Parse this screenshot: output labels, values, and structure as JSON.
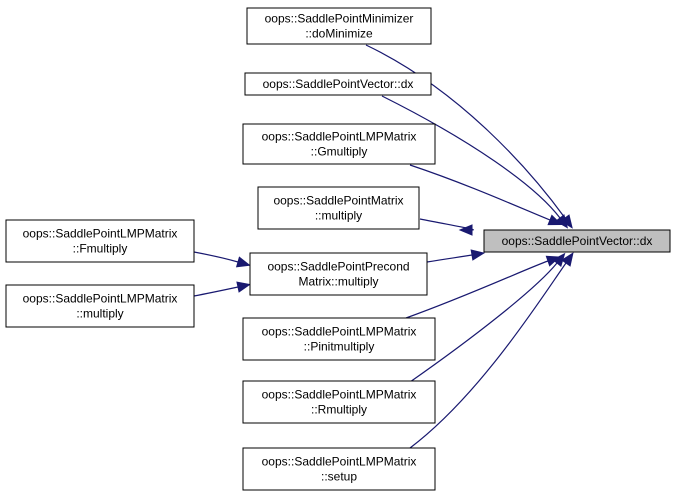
{
  "graph": {
    "nodes": [
      {
        "id": "n_target",
        "lines": [
          "oops::SaddlePointVector::dx"
        ],
        "highlighted": true
      },
      {
        "id": "n_min",
        "lines": [
          "oops::SaddlePointMinimizer",
          "::doMinimize"
        ]
      },
      {
        "id": "n_vecdx",
        "lines": [
          "oops::SaddlePointVector::dx"
        ]
      },
      {
        "id": "n_gmul",
        "lines": [
          "oops::SaddlePointLMPMatrix",
          "::Gmultiply"
        ]
      },
      {
        "id": "n_mmul",
        "lines": [
          "oops::SaddlePointMatrix",
          "::multiply"
        ]
      },
      {
        "id": "n_prec",
        "lines": [
          "oops::SaddlePointPrecond",
          "Matrix::multiply"
        ]
      },
      {
        "id": "n_pinit",
        "lines": [
          "oops::SaddlePointLMPMatrix",
          "::Pinitmultiply"
        ]
      },
      {
        "id": "n_rmul",
        "lines": [
          "oops::SaddlePointLMPMatrix",
          "::Rmultiply"
        ]
      },
      {
        "id": "n_setup",
        "lines": [
          "oops::SaddlePointLMPMatrix",
          "::setup"
        ]
      },
      {
        "id": "n_fmul",
        "lines": [
          "oops::SaddlePointLMPMatrix",
          "::Fmultiply"
        ]
      },
      {
        "id": "n_lmul",
        "lines": [
          "oops::SaddlePointLMPMatrix",
          "::multiply"
        ]
      }
    ],
    "edges": [
      {
        "from": "n_min",
        "to": "n_target"
      },
      {
        "from": "n_vecdx",
        "to": "n_target"
      },
      {
        "from": "n_gmul",
        "to": "n_target"
      },
      {
        "from": "n_mmul",
        "to": "n_target"
      },
      {
        "from": "n_prec",
        "to": "n_target"
      },
      {
        "from": "n_pinit",
        "to": "n_target"
      },
      {
        "from": "n_rmul",
        "to": "n_target"
      },
      {
        "from": "n_setup",
        "to": "n_target"
      },
      {
        "from": "n_fmul",
        "to": "n_prec"
      },
      {
        "from": "n_lmul",
        "to": "n_prec"
      }
    ],
    "colors": {
      "edge": "#191970",
      "highlight_fill": "#bfbfbf",
      "box_stroke": "#000000"
    }
  }
}
